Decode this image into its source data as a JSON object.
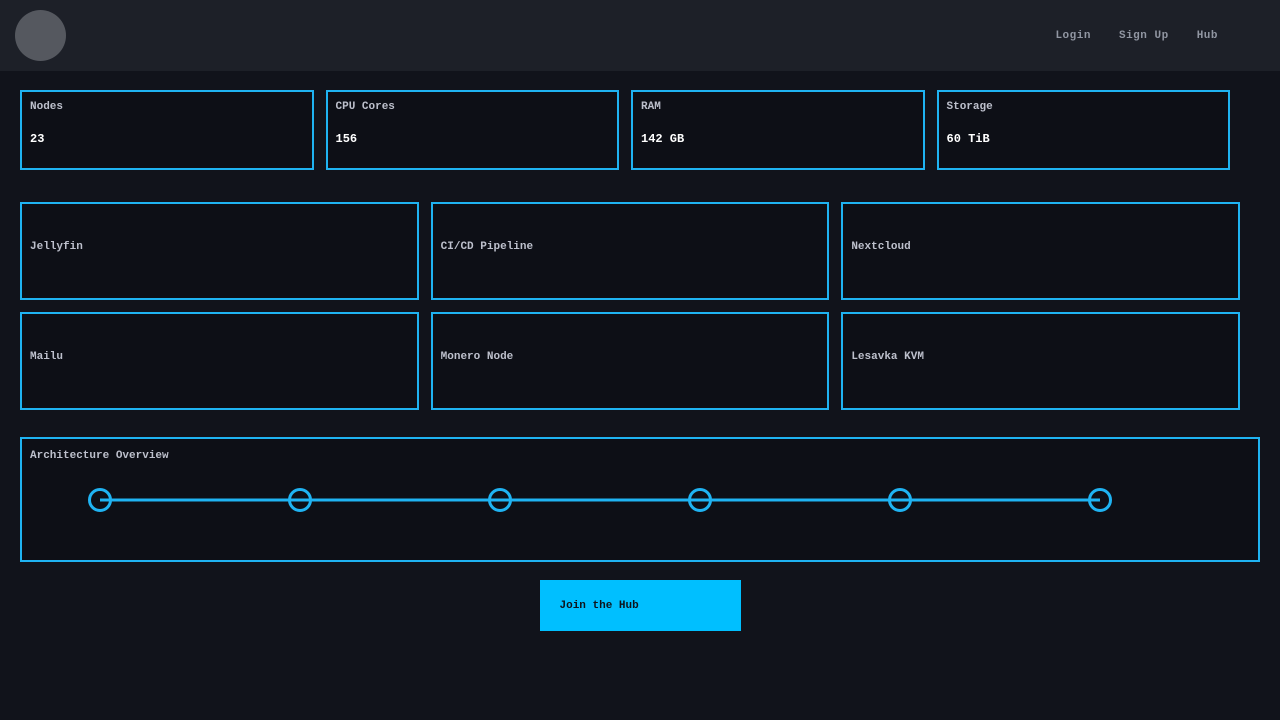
{
  "colors": {
    "accent_border": "#1fb3f2",
    "button_bg": "#00bfff",
    "page_bg": "#11131b",
    "navbar_bg": "#1d2028",
    "card_bg": "#0d0f16"
  },
  "navbar": {
    "links": [
      {
        "label": "Login"
      },
      {
        "label": "Sign Up"
      },
      {
        "label": "Hub"
      }
    ]
  },
  "stats": {
    "cards": [
      {
        "label": "Nodes",
        "value": "23"
      },
      {
        "label": "CPU Cores",
        "value": "156"
      },
      {
        "label": "RAM",
        "value": "142 GB"
      },
      {
        "label": "Storage",
        "value": "60 TiB"
      }
    ]
  },
  "services": {
    "items": [
      {
        "name": "Jellyfin"
      },
      {
        "name": "CI/CD Pipeline"
      },
      {
        "name": "Nextcloud"
      },
      {
        "name": "Mailu"
      },
      {
        "name": "Monero Node"
      },
      {
        "name": "Lesavka KVM"
      }
    ]
  },
  "architecture": {
    "title": "Architecture Overview",
    "node_count": 6
  },
  "cta": {
    "label": "Join the Hub"
  }
}
